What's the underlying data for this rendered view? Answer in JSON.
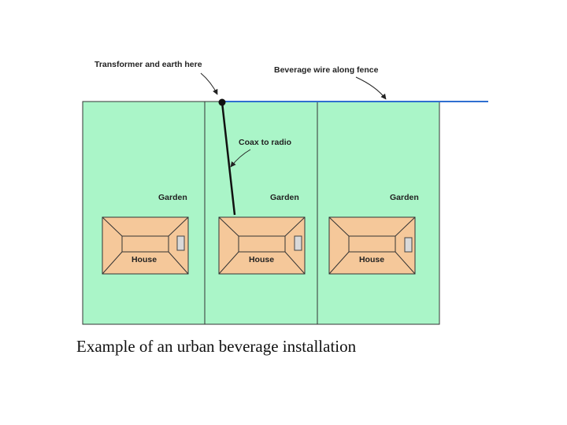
{
  "labels": {
    "transformer": "Transformer and earth here",
    "beverage_wire": "Beverage wire along fence",
    "coax": "Coax to radio"
  },
  "gardens": [
    "Garden",
    "Garden",
    "Garden"
  ],
  "houses": [
    "House",
    "House",
    "House"
  ],
  "caption": "Example of an urban beverage installation",
  "colors": {
    "garden": "#aaf5c8",
    "house": "#f5c89a",
    "wire": "#2f6fd0",
    "fence": "#333333"
  }
}
